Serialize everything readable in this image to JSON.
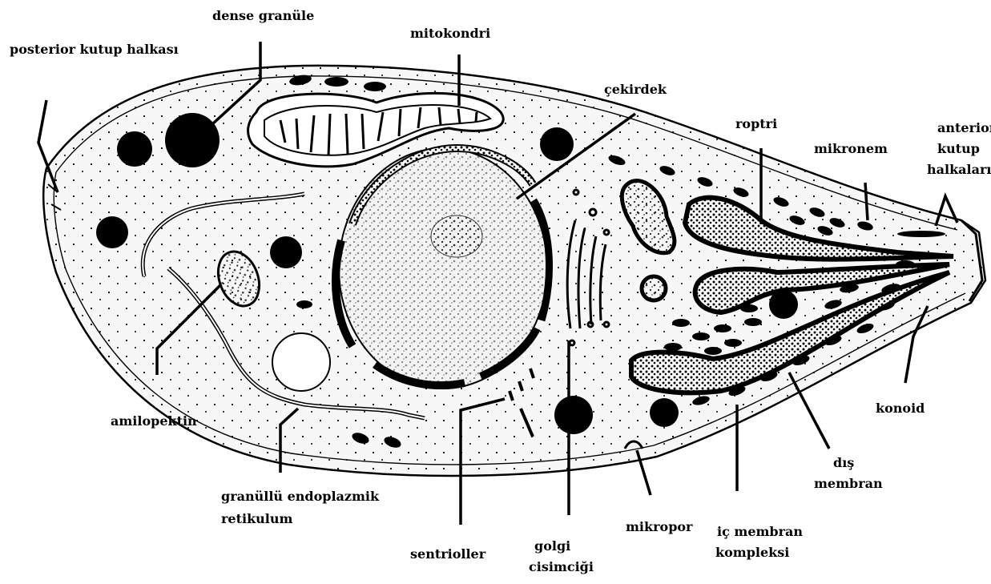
{
  "labels": {
    "dense_granule": "dense granüle",
    "posterior_ring": "posterior kutup halkası",
    "mitochondria": "mitokondri",
    "nucleus": "çekirdek",
    "rhoptry": "roptri",
    "microneme": "mikronem",
    "anterior_rings": [
      "anterior",
      "kutup",
      "halkaları"
    ],
    "amylopectin": "amilopektin",
    "granular_er": [
      "granüllü endoplazmik",
      "retikulum"
    ],
    "centrioles": "sentrioller",
    "golgi": [
      "golgi",
      "cisimciği"
    ],
    "micropore": "mikropor",
    "inner_membrane": [
      "iç membran",
      "kompleksi"
    ],
    "outer_membrane": [
      "dış",
      "membran"
    ],
    "conoid": "konoid"
  },
  "colors": {
    "ink": "#000000",
    "background": "#ffffff"
  }
}
